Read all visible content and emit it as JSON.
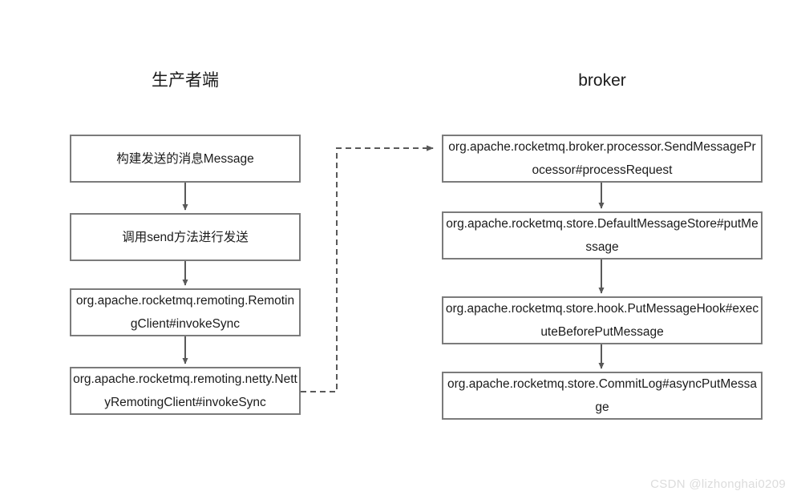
{
  "diagram": {
    "columns": [
      {
        "id": "producer",
        "title": "生产者端"
      },
      {
        "id": "broker",
        "title": "broker"
      }
    ],
    "producer_nodes": [
      {
        "id": "build-message",
        "label": "构建发送的消息Message"
      },
      {
        "id": "call-send",
        "label": "调用send方法进行发送"
      },
      {
        "id": "remoting-client",
        "label": "org.apache.rocketmq.remoting.RemotingClient#invokeSync"
      },
      {
        "id": "netty-remoting-client",
        "label": "org.apache.rocketmq.remoting.netty.NettyRemotingClient#invokeSync"
      }
    ],
    "broker_nodes": [
      {
        "id": "send-message-processor",
        "label": "org.apache.rocketmq.broker.processor.SendMessageProcessor#processRequest"
      },
      {
        "id": "default-message-store",
        "label": "org.apache.rocketmq.store.DefaultMessageStore#putMessage"
      },
      {
        "id": "put-message-hook",
        "label": "org.apache.rocketmq.store.hook.PutMessageHook#executeBeforePutMessage"
      },
      {
        "id": "commit-log",
        "label": "org.apache.rocketmq.store.CommitLog#asyncPutMessage"
      }
    ],
    "connectors": [
      {
        "id": "producer-1-2",
        "style": "solid",
        "arrow": "down"
      },
      {
        "id": "producer-2-3",
        "style": "solid",
        "arrow": "down"
      },
      {
        "id": "producer-3-4",
        "style": "solid",
        "arrow": "down"
      },
      {
        "id": "producer-to-broker",
        "style": "dashed",
        "arrow": "right"
      },
      {
        "id": "broker-1-2",
        "style": "solid",
        "arrow": "down"
      },
      {
        "id": "broker-2-3",
        "style": "solid",
        "arrow": "down"
      },
      {
        "id": "broker-3-4",
        "style": "solid",
        "arrow": "down"
      }
    ],
    "colors": {
      "box_border": "#7b7b7b",
      "connector": "#595959",
      "text": "#1b1b1b",
      "background": "#ffffff",
      "watermark": "#dcdcdc"
    }
  },
  "watermark": {
    "text": "CSDN @lizhonghai0209"
  }
}
